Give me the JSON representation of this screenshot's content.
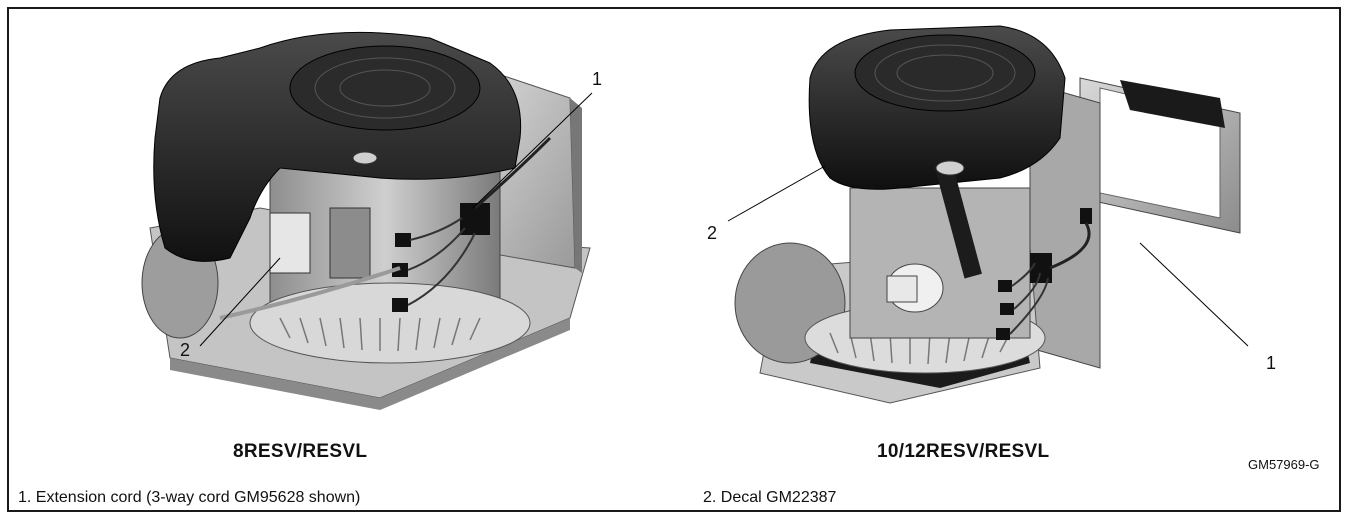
{
  "figure": {
    "left_view": {
      "caption": "8RESV/RESVL",
      "callouts": {
        "one": "1",
        "two": "2"
      }
    },
    "right_view": {
      "caption": "10/12RESV/RESVL",
      "callouts": {
        "one": "1",
        "two": "2"
      }
    },
    "figure_code": "GM57969-G"
  },
  "legend": {
    "items": [
      "1. Extension cord (3-way cord GM95628 shown)",
      "2. Decal GM22387"
    ]
  }
}
